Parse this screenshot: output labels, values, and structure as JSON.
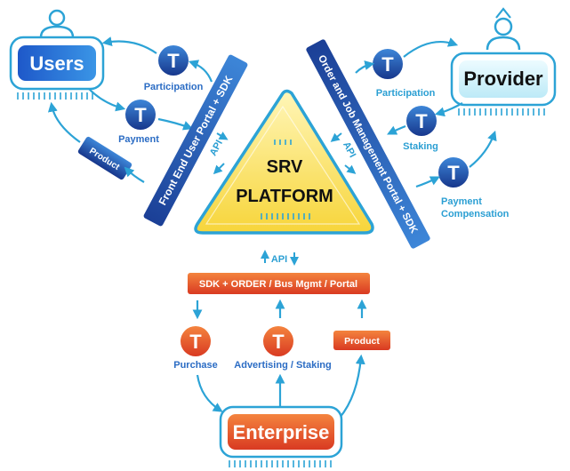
{
  "center": {
    "line1": "SRV",
    "line2": "PLATFORM"
  },
  "actors": {
    "users": "Users",
    "provider": "Provider",
    "enterprise": "Enterprise"
  },
  "token_symbol": "T",
  "left_portal": "Front End User Portal  +  SDK",
  "right_portal": "Order and Job Management Portal  +  SDK",
  "bottom_bar": "SDK + ORDER / Bus Mgmt / Portal",
  "api_labels": {
    "left": "API",
    "right": "API",
    "bottom": "API"
  },
  "users_side": {
    "participation": "Participation",
    "payment": "Payment",
    "product": "Product"
  },
  "provider_side": {
    "participation": "Participation",
    "staking": "Staking",
    "payment_compensation_line1": "Payment",
    "payment_compensation_line2": "Compensation"
  },
  "enterprise_side": {
    "purchase": "Purchase",
    "advertising_staking": "Advertising / Staking",
    "product": "Product"
  },
  "colors": {
    "blue_token": "#1f4fa0",
    "orange_token": "#e5502b",
    "accent_cyan": "#2ca3d6",
    "platform_yellow": "#fbe36a",
    "enterprise_orange": "#ee5b2c"
  }
}
